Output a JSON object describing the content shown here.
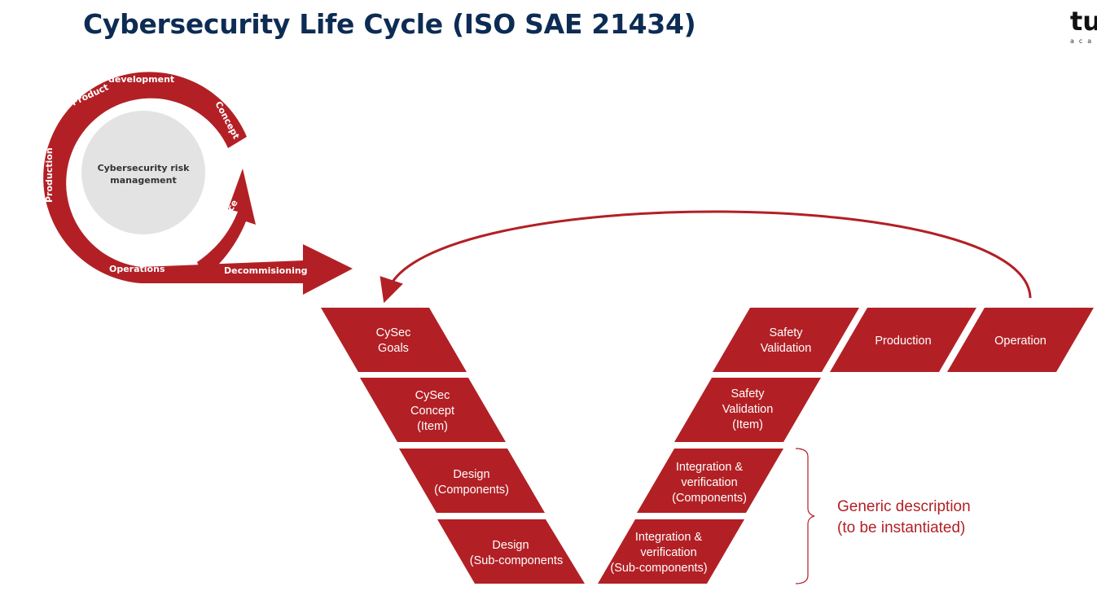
{
  "title": "Cybersecurity Life Cycle (ISO SAE 21434)",
  "logo": {
    "mark": "tu",
    "subtext": "aca"
  },
  "colors": {
    "primary": "#b22025",
    "title": "#0d2c54",
    "circle": "#e3e3e3"
  },
  "cycle": {
    "center_line1": "Cybersecurity risk",
    "center_line2": "management",
    "product": "Product",
    "development": "development",
    "concept": "Concept",
    "production": "Production",
    "operations": "Operations",
    "maintenance": "Maintenance",
    "decommissioning": "Decommisioning"
  },
  "vmodel": {
    "left": [
      {
        "line1": "CySec",
        "line2": "Goals"
      },
      {
        "line1": "CySec",
        "line2": "Concept",
        "line3": "(Item)"
      },
      {
        "line1": "Design",
        "line2": "(Components)"
      },
      {
        "line1": "Design",
        "line2": "(Sub-components"
      }
    ],
    "right": [
      {
        "line1": "Safety",
        "line2": "Validation"
      },
      {
        "line1": "Safety",
        "line2": "Validation",
        "line3": "(Item)"
      },
      {
        "line1": "Integration &",
        "line2": "verification",
        "line3": "(Components)"
      },
      {
        "line1": "Integration &",
        "line2": "verification",
        "line3": "(Sub-components)"
      }
    ],
    "top": [
      {
        "label": "Production"
      },
      {
        "label": "Operation"
      }
    ]
  },
  "note": {
    "line1": "Generic description",
    "line2": "(to be instantiated)"
  }
}
